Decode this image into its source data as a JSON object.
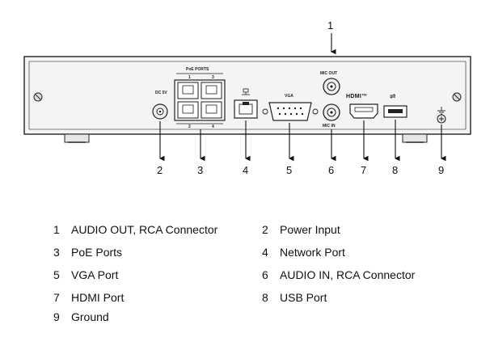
{
  "panel": {
    "poe_ports_label": "PoE PORTS",
    "poe_port_numbers": [
      "1",
      "3",
      "2",
      "4"
    ],
    "dc_label": "DC 5V",
    "vga_label": "VGA",
    "mic_out_label": "MIC OUT",
    "mic_in_label": "MIC IN",
    "hdmi_label": "HDMI™",
    "usb_symbol": "⇌"
  },
  "callouts": [
    "1",
    "2",
    "3",
    "4",
    "5",
    "6",
    "7",
    "8",
    "9"
  ],
  "legend": [
    {
      "num": "1",
      "label": "AUDIO OUT, RCA Connector"
    },
    {
      "num": "2",
      "label": "Power Input"
    },
    {
      "num": "3",
      "label": "PoE Ports"
    },
    {
      "num": "4",
      "label": "Network Port"
    },
    {
      "num": "5",
      "label": "VGA Port"
    },
    {
      "num": "6",
      "label": "AUDIO IN, RCA Connector"
    },
    {
      "num": "7",
      "label": "HDMI Port"
    },
    {
      "num": "8",
      "label": "USB Port"
    },
    {
      "num": "9",
      "label": "Ground"
    }
  ]
}
